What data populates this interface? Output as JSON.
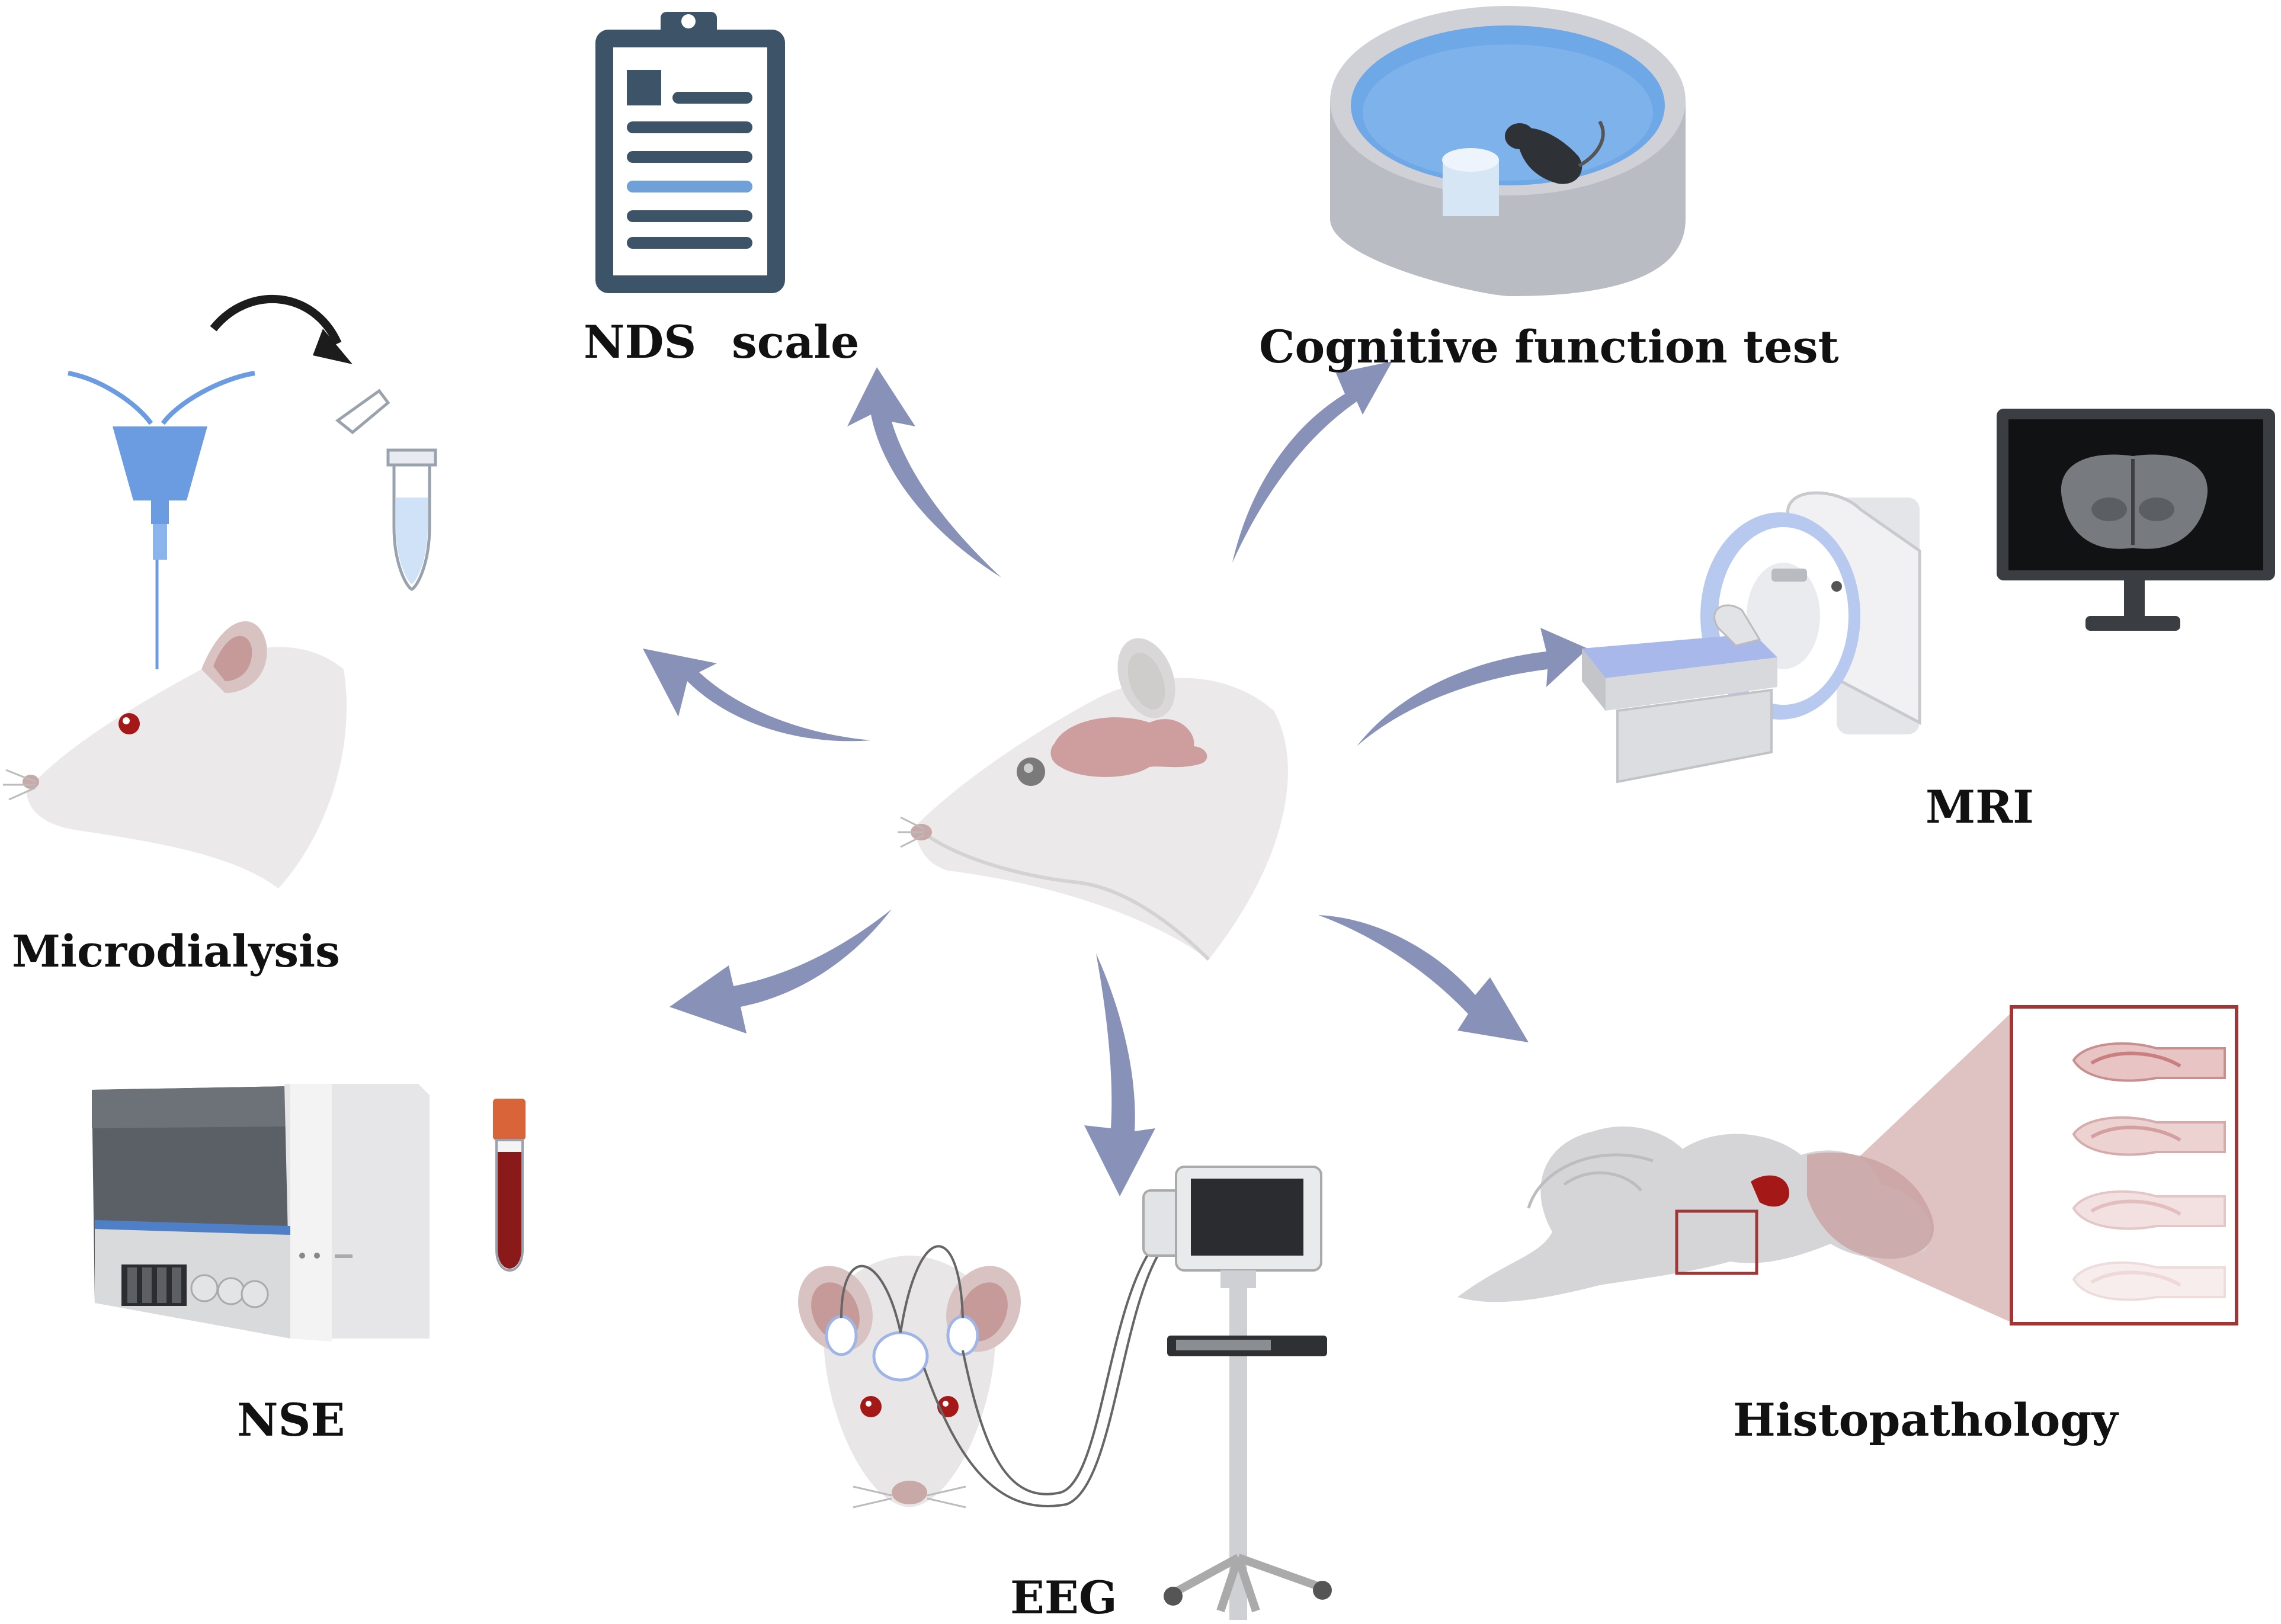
{
  "labels": {
    "nds_part1": "NDS",
    "nds_part2": "scale",
    "cognitive": "Cognitive function test",
    "mri": "MRI",
    "microdialysis": "Microdialysis",
    "nse": "NSE",
    "eeg": "EEG",
    "histopathology": "Histopathology"
  },
  "colors": {
    "arrow": "#8892b8",
    "rat_fur": "#e9e7e7",
    "brain": "#c98f8f",
    "water": "#6fa8e6",
    "clipboard": "#3d5468",
    "device_dark": "#5b6066",
    "blood": "#8a1a1a",
    "tube_cap": "#d9643a",
    "highlight_box": "#a03636",
    "probe": "#6b9be0"
  },
  "icons": [
    "central-rat-icon",
    "clipboard-icon",
    "water-maze-icon",
    "mri-scanner-icon",
    "monitor-icon",
    "microdialysis-rat-icon",
    "sample-tube-icon",
    "analyzer-icon",
    "blood-tube-icon",
    "eeg-rat-icon",
    "eeg-monitor-icon",
    "brain-section-icon",
    "hippocampus-slices-icon"
  ]
}
